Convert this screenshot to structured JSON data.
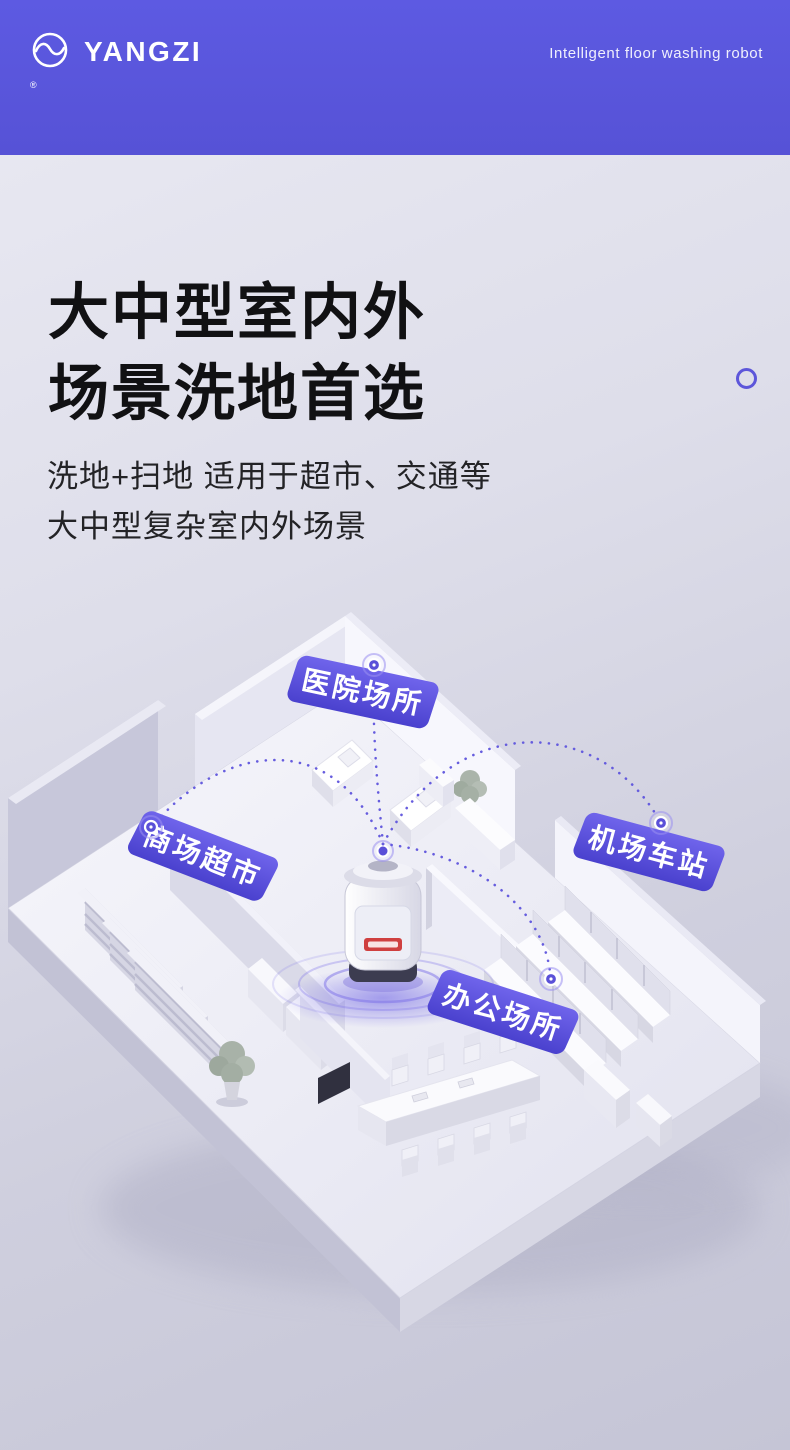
{
  "header": {
    "brand": "YANGZI",
    "registered_mark": "®",
    "tagline": "Intelligent floor washing robot"
  },
  "hero": {
    "title_lines": [
      "大中型室内外",
      "场景洗地首选"
    ],
    "subtitle_lines": [
      "洗地+扫地 适用于超市、交通等",
      "大中型复杂室内外场景"
    ]
  },
  "scene": {
    "labels": {
      "hospital": "医院场所",
      "mall": "商场超市",
      "station": "机场车站",
      "office": "办公场所"
    }
  },
  "colors": {
    "header_bg": "#5955dc",
    "accent_purple": "#5a50d8",
    "page_bg_top": "#eaeaf3",
    "page_bg_bottom": "#c5c5d6"
  }
}
